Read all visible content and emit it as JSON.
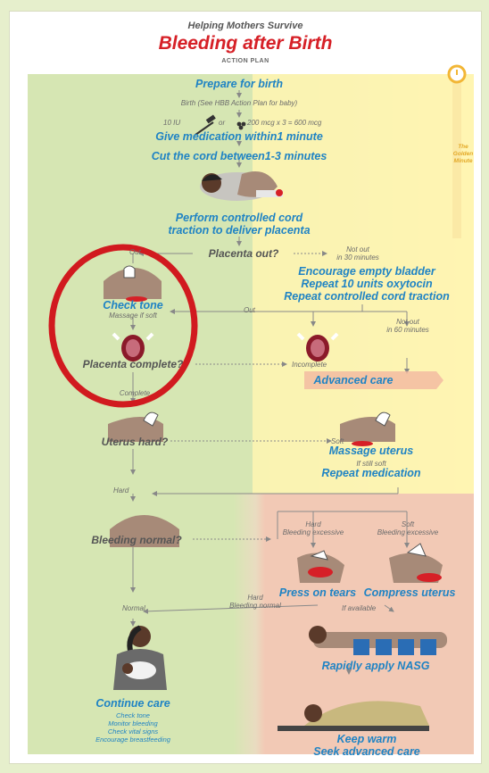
{
  "header": {
    "org": "Helping Mothers Survive",
    "title": "Bleeding after Birth",
    "subtitle": "ACTION PLAN"
  },
  "golden": {
    "line1": "The",
    "line2": "Golden",
    "line3": "Minute"
  },
  "steps": {
    "prepare": "Prepare for birth",
    "birth": "Birth (See HBB Action Plan for baby)",
    "dose_a": "10 IU",
    "dose_or": "or",
    "dose_b": "200 mcg x 3 = 600 mcg",
    "give_med": "Give medication within1 minute",
    "cut_cord": "Cut the cord between1-3 minutes",
    "cct1": "Perform controlled cord",
    "cct2": "traction to deliver placenta",
    "placenta_out": "Placenta out?",
    "out": "Out",
    "not_out30_1": "Not out",
    "not_out30_2": "in 30 minutes",
    "bladder": "Encourage empty bladder",
    "oxytocin": "Repeat 10 units oxytocin",
    "repeat_cct": "Repeat controlled cord traction",
    "check_tone": "Check tone",
    "massage_if_soft": "Massage if soft",
    "out2": "Out",
    "not_out60_1": "Not out",
    "not_out60_2": "in 60 minutes",
    "placenta_complete": "Placenta complete?",
    "incomplete": "Incomplete",
    "advanced_care": "Advanced care",
    "complete": "Complete",
    "uterus_hard": "Uterus hard?",
    "soft": "Soft",
    "massage_uterus": "Massage uterus",
    "if_still_soft": "If still soft",
    "repeat_med": "Repeat medication",
    "hard": "Hard",
    "bleeding_normal": "Bleeding normal?",
    "hard_bleeding_excessive_1": "Hard",
    "hard_bleeding_excessive_2": "Bleeding excessive",
    "soft_bleeding_excessive_1": "Soft",
    "soft_bleeding_excessive_2": "Bleeding excessive",
    "press_tears": "Press on tears",
    "compress_uterus": "Compress uterus",
    "normal": "Normal",
    "hard_bleeding_normal_1": "Hard",
    "hard_bleeding_normal_2": "Bleeding normal",
    "if_available": "If available",
    "nasg": "Rapidly apply NASG",
    "continue_care": "Continue care",
    "cc1": "Check tone",
    "cc2": "Monitor bleeding",
    "cc3": "Check vital signs",
    "cc4": "Encourage breastfeeding",
    "keep_warm": "Keep warm",
    "seek_care": "Seek advanced care"
  },
  "colors": {
    "green": "#d6e6b3",
    "yellow": "#fff4b2",
    "pink": "#f2c9b5",
    "blue": "#1f83c4",
    "red_title": "#d62027",
    "circle": "#d11a1f",
    "golden": "#f2b635"
  }
}
